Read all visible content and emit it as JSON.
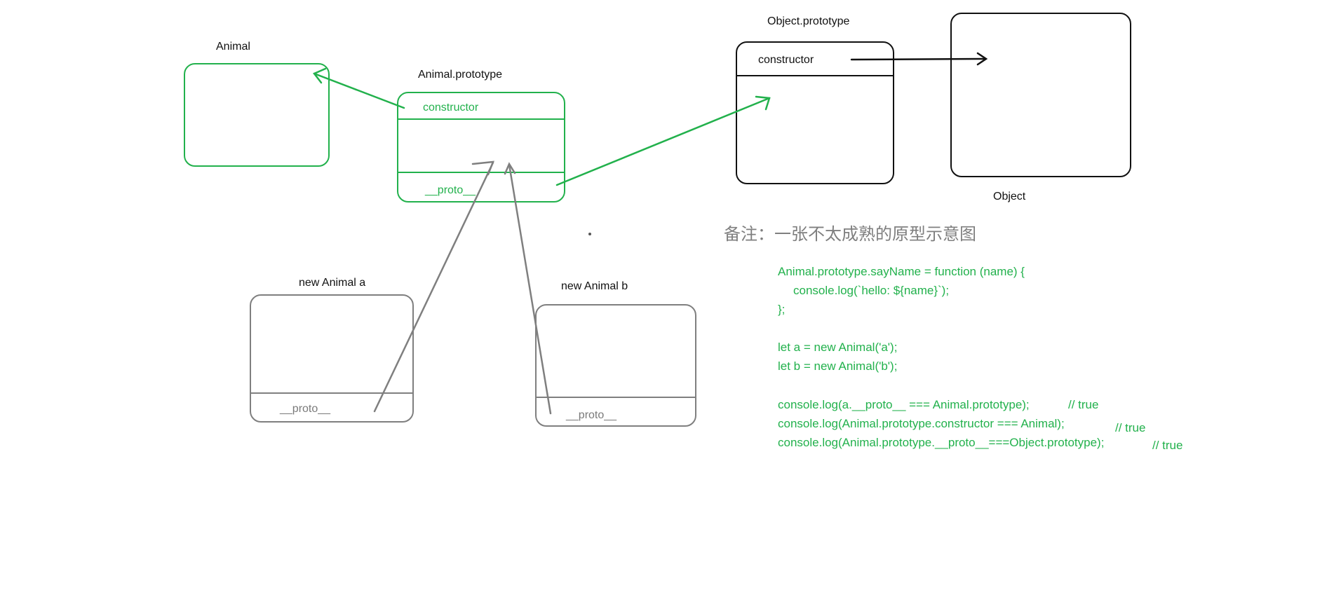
{
  "labels": {
    "animal": "Animal",
    "animal_prototype": "Animal.prototype",
    "object_prototype": "Object.prototype",
    "object": "Object",
    "new_animal_a": "new Animal  a",
    "new_animal_b": "new Animal b"
  },
  "fields": {
    "animal_prototype_constructor": "constructor",
    "animal_prototype_proto": "__proto__",
    "object_prototype_constructor": "constructor",
    "a_proto": "__proto__",
    "b_proto": "__proto__"
  },
  "note": "备注：一张不太成熟的原型示意图",
  "code": {
    "line1": "Animal.prototype.sayName = function (name) {",
    "line2": "console.log(`hello: ${name}`);",
    "line3": "};",
    "line4": "let a = new Animal('a');",
    "line5": "let b = new Animal('b');",
    "line6": "console.log(a.__proto__ === Animal.prototype);",
    "line6_comment": "// true",
    "line7": "console.log(Animal.prototype.constructor === Animal);",
    "line7_comment": "// true",
    "line8": "console.log(Animal.prototype.__proto__===Object.prototype);",
    "line8_comment": "// true"
  },
  "colors": {
    "green": "#22b14c",
    "gray": "#7f7f7f",
    "black": "#111111"
  }
}
